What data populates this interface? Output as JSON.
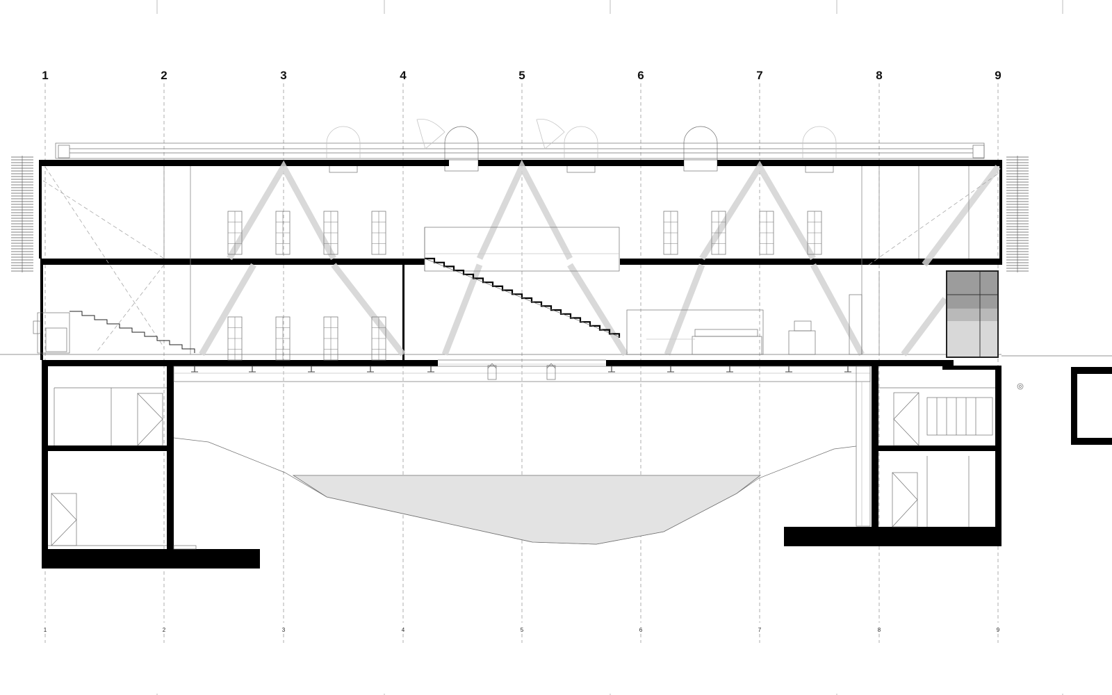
{
  "drawing": {
    "type": "architectural-section",
    "grid_axes_top": [
      "1",
      "2",
      "3",
      "4",
      "5",
      "6",
      "7",
      "8",
      "9"
    ],
    "grid_axes_bottom": [
      "1",
      "2",
      "3",
      "4",
      "5",
      "6",
      "7",
      "8",
      "9"
    ]
  },
  "colors": {
    "structure": "#000000",
    "linework": "#6f6f6f",
    "pool_fill": "#e3e3e3",
    "window_dark": "#9c9c9c",
    "window_mid": "#b9b9b9",
    "window_light": "#d8d8d8"
  }
}
